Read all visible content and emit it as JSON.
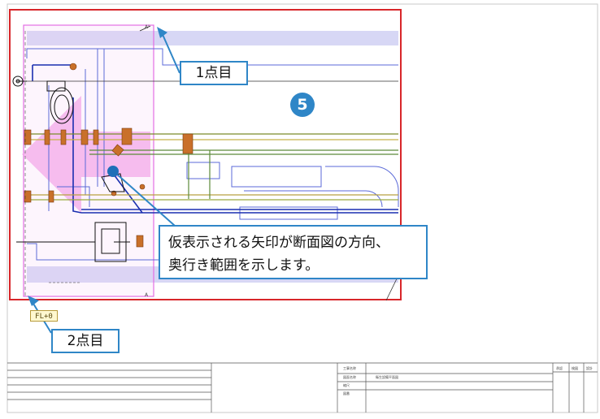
{
  "callouts": {
    "first_point": "1点目",
    "second_point": "2点目",
    "explanation_line1": "仮表示される矢印が断面図の方向、",
    "explanation_line2": "奥行き範囲を示します。"
  },
  "step_badge": "5",
  "drawing": {
    "section_mark_top": "A'",
    "section_mark_bottom": "A",
    "origin_label": "FL+0"
  },
  "title_block": {
    "row1_label": "工事名称",
    "row2_label": "図面名称",
    "row2_value": "衛生設備平面図",
    "row3_label": "縮尺",
    "row4_label": "図番",
    "sign_labels": [
      "承認",
      "検図",
      "設計"
    ]
  },
  "colors": {
    "selection_rect": "#d8262a",
    "callout_accent": "#2f86c7",
    "range_magenta": "#e36ee3",
    "band_fill": "#c9c9f2"
  }
}
